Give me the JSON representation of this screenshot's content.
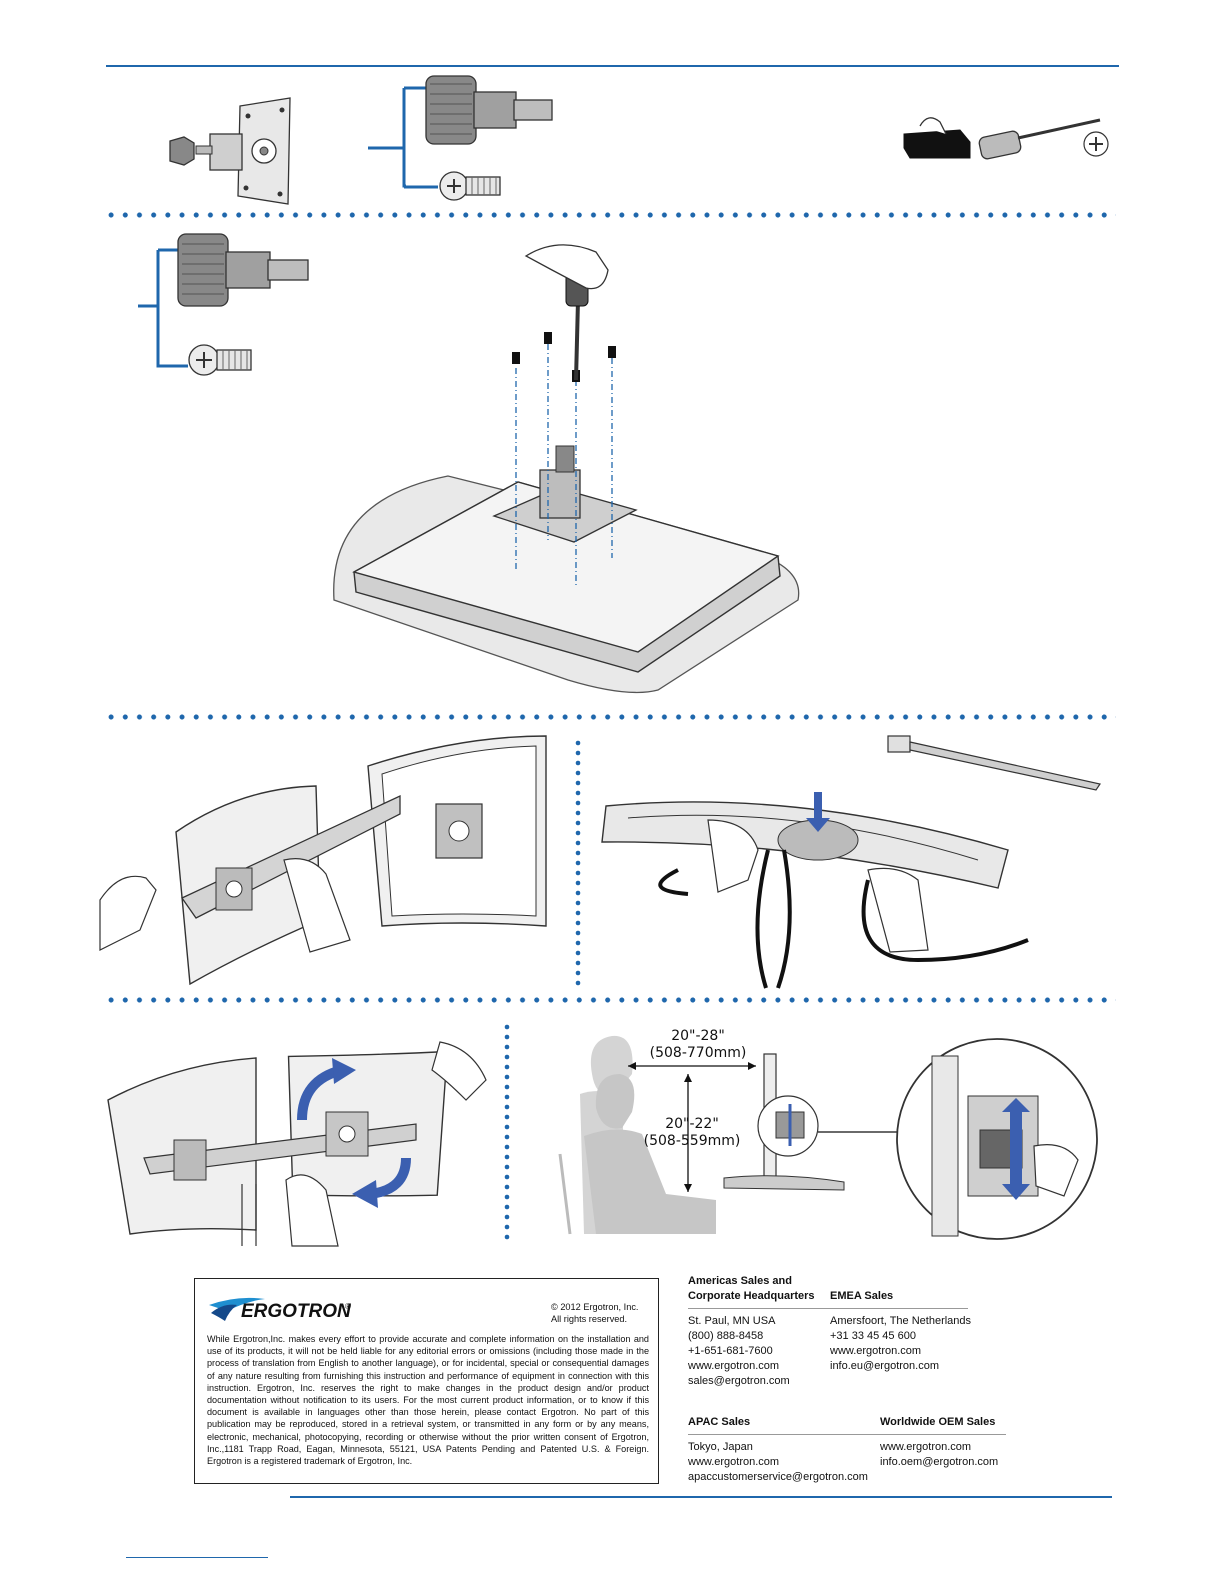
{
  "measurements": {
    "viewing_distance_in": "20\"-28\"",
    "viewing_distance_mm": "(508-770mm)",
    "height_in": "20\"-22\"",
    "height_mm": "(508-559mm)"
  },
  "legal": {
    "brand": "ERGOTRON",
    "brand_mark": "®",
    "copyright_line1": "© 2012 Ergotron, Inc.",
    "copyright_line2": "All rights reserved.",
    "disclaimer": "While Ergotron,Inc. makes every effort to provide accurate and complete information on the installation and use of its products, it will not be held liable for any editorial errors or omissions (including those made in the process of translation from English to another language), or for incidental, special or consequential damages of any nature resulting from furnishing this instruction and performance of equipment in connection with this instruction. Ergotron, Inc. reserves the right to make changes in the product design and/or product documentation without notification to its users. For the most current product information, or to know if this document is available in languages other than those herein, please contact Ergotron. No part of this publication may be reproduced, stored in a retrieval system, or transmitted in any form or by any means, electronic, mechanical, photocopying, recording or otherwise without the prior written consent of Ergotron, Inc.,1181 Trapp Road, Eagan, Minnesota, 55121, USA Patents Pending and Patented U.S. & Foreign. Ergotron is a registered trademark of Ergotron, Inc."
  },
  "contacts": {
    "americas": {
      "heading_line1": "Americas Sales and",
      "heading_line2": "Corporate Headquarters",
      "lines": [
        "St. Paul, MN USA",
        "(800) 888-8458",
        "+1-651-681-7600",
        "www.ergotron.com",
        "sales@ergotron.com"
      ]
    },
    "emea": {
      "heading": "EMEA Sales",
      "lines": [
        "Amersfoort, The Netherlands",
        "+31 33 45 45 600",
        "www.ergotron.com",
        "info.eu@ergotron.com"
      ]
    },
    "apac": {
      "heading": "APAC Sales",
      "lines": [
        "Tokyo, Japan",
        "www.ergotron.com",
        "apaccustomerservice@ergotron.com"
      ]
    },
    "oem": {
      "heading": "Worldwide OEM Sales",
      "lines": [
        "www.ergotron.com",
        "info.oem@ergotron.com"
      ]
    }
  }
}
